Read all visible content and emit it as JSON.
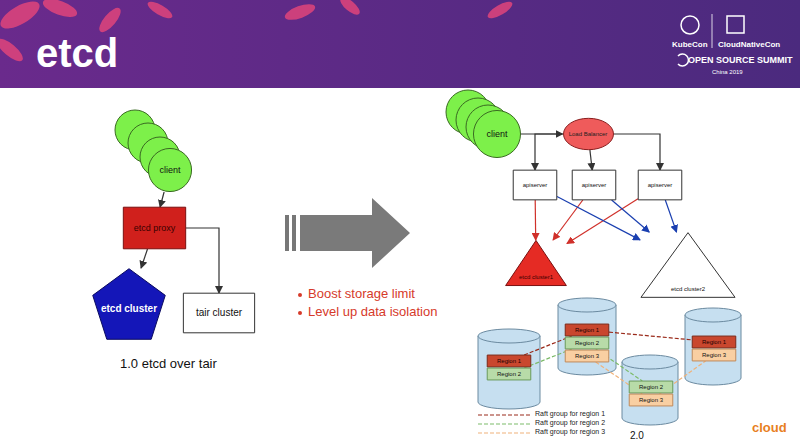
{
  "diagram": {
    "title": "etcd",
    "nodes": [
      {
        "text": [
          "client"
        ]
      },
      {
        "text": [
          "etcd proxy"
        ]
      },
      {
        "text": [
          "etcd cluster"
        ]
      },
      {
        "text": [
          "tair cluster"
        ]
      },
      {
        "text": [
          "client"
        ]
      },
      {
        "text": [
          "Load Balancer"
        ]
      },
      {
        "text": [
          "apiserver"
        ]
      },
      {
        "text": [
          "apiserver"
        ]
      },
      {
        "text": [
          "apiserver"
        ]
      },
      {
        "text": [
          "etcd cluster1"
        ]
      },
      {
        "text": [
          "etcd cluster2"
        ]
      },
      {
        "text": [
          "Region 1"
        ]
      },
      {
        "text": [
          "Region 2"
        ]
      },
      {
        "text": [
          "Region 1"
        ]
      },
      {
        "text": [
          "Region 2"
        ]
      },
      {
        "text": [
          "Region 3"
        ]
      },
      {
        "text": [
          "Region 2"
        ]
      },
      {
        "text": [
          "Region 3"
        ]
      },
      {
        "text": [
          "Region 1"
        ]
      },
      {
        "text": [
          "Region 3"
        ]
      }
    ],
    "edges": [
      {
        "from": 0,
        "to": 1,
        "arrow": "to"
      },
      {
        "from": 1,
        "to": 2,
        "arrow": "to"
      },
      {
        "from": 1,
        "to": 3,
        "arrow": "to"
      },
      {
        "from": 4,
        "to": 5,
        "arrow": "to"
      },
      {
        "from": 5,
        "to": 6,
        "arrow": "to"
      },
      {
        "from": 5,
        "to": 7,
        "arrow": "to"
      },
      {
        "from": 5,
        "to": 8,
        "arrow": "to"
      },
      {
        "from": 6,
        "to": 9,
        "arrow": "to"
      },
      {
        "from": 7,
        "to": 9,
        "arrow": "to"
      },
      {
        "from": 8,
        "to": 9,
        "arrow": "to"
      },
      {
        "from": 6,
        "to": 10,
        "arrow": "to"
      },
      {
        "from": 7,
        "to": 10,
        "arrow": "to"
      },
      {
        "from": 8,
        "to": 10,
        "arrow": "to"
      },
      {
        "from": 11,
        "to": 13,
        "arrow": "none"
      },
      {
        "from": 13,
        "to": 18,
        "arrow": "none"
      },
      {
        "from": 12,
        "to": 14,
        "arrow": "none"
      },
      {
        "from": 14,
        "to": 16,
        "arrow": "none"
      },
      {
        "from": 15,
        "to": 17,
        "arrow": "none"
      },
      {
        "from": 17,
        "to": 19,
        "arrow": "none"
      }
    ],
    "labels": [
      "KubeCon",
      "CloudNativeCon",
      "OPEN SOURCE SUMMIT",
      "China 2019",
      "1.0 etcd over tair",
      "Boost storage limit",
      "Level up data isolation",
      "2.0",
      "cloud"
    ],
    "legend": [
      {
        "text": "Raft group for region 1"
      },
      {
        "text": "Raft group for region 2"
      },
      {
        "text": "Raft group for region 3"
      }
    ]
  }
}
